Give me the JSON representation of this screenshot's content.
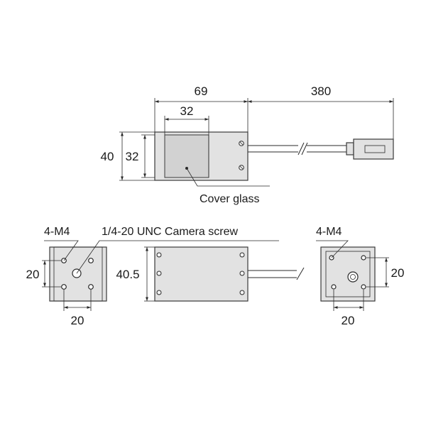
{
  "dimensions": {
    "top_length": "69",
    "cable_length": "380",
    "glass_width": "32",
    "side_height_outer": "40",
    "side_height_inner": "32",
    "front_hole_v": "20",
    "front_hole_h": "20",
    "side_height": "40.5",
    "back_hole_v": "20",
    "back_hole_h": "20"
  },
  "labels": {
    "cover_glass": "Cover glass",
    "front_mount": "4-M4",
    "camera_screw": "1/4-20 UNC Camera screw",
    "back_mount": "4-M4"
  }
}
